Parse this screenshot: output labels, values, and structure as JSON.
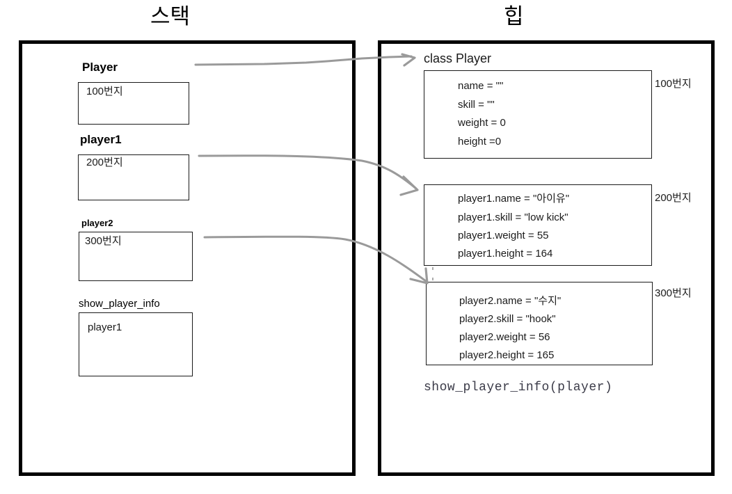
{
  "panels": {
    "stack": {
      "title": "스택",
      "frames": [
        {
          "label": "Player",
          "value": "100번지"
        },
        {
          "label": "player1",
          "value": "200번지"
        },
        {
          "label": "player2",
          "value": "300번지"
        },
        {
          "label": "show_player_info",
          "value": "player1"
        }
      ]
    },
    "heap": {
      "title": "힙",
      "class_label": "class Player",
      "objects": [
        {
          "address": "100번지",
          "lines": [
            "name = \"\"",
            "skill = \"\"",
            "weight = 0",
            "height =0"
          ]
        },
        {
          "address": "200번지",
          "lines": [
            "player1.name = \"아이유\"",
            "player1.skill = \"low kick\"",
            "player1.weight = 55",
            "player1.height = 164"
          ]
        },
        {
          "address": "300번지",
          "lines": [
            "player2.name = \"수지\"",
            "player2.skill = \"hook\"",
            "player2.weight = 56",
            "player2.height = 165"
          ]
        }
      ],
      "function_call": "show_player_info(player)"
    }
  },
  "arrows": [
    {
      "name": "player-to-class-player",
      "from": "Player",
      "to": "100번지"
    },
    {
      "name": "player1-to-object-200",
      "from": "player1",
      "to": "200번지"
    },
    {
      "name": "player2-to-object-300",
      "from": "player2",
      "to": "300번지"
    }
  ],
  "colors": {
    "frame_border": "#000000",
    "box_border": "#1a1a1a",
    "arrow": "#9a9a9a",
    "code_text": "#3b3b48",
    "text": "#1b1b1b"
  }
}
